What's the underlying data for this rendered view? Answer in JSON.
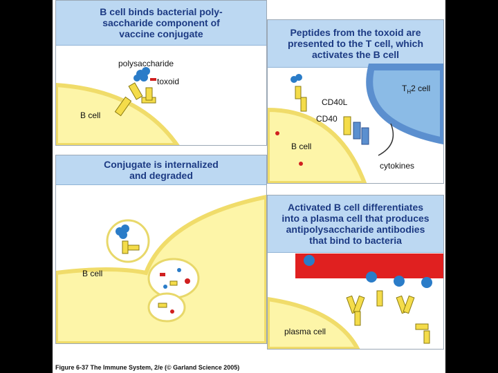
{
  "panels": {
    "p1": {
      "title": "B cell binds bacterial poly-\nsaccharide component of\nvaccine conjugate",
      "labels": {
        "polysaccharide": "polysaccharide",
        "toxoid": "toxoid",
        "bcell": "B cell"
      }
    },
    "p2": {
      "title": "Conjugate is internalized\nand degraded",
      "labels": {
        "bcell": "B cell"
      }
    },
    "p3": {
      "title": "Peptides from the toxoid are\npresented to the T cell, which\nactivates the B cell",
      "labels": {
        "th2_main": "T",
        "th2_sub": "H",
        "th2_rest": "2 cell",
        "cd40l": "CD40L",
        "cd40": "CD40",
        "bcell": "B cell",
        "cytokines": "cytokines"
      }
    },
    "p4": {
      "title": "Activated B cell differentiates\ninto a plasma cell that produces\nantipolysaccharide antibodies\nthat bind to bacteria",
      "labels": {
        "plasma": "plasma cell"
      }
    }
  },
  "caption": "Figure 6-37 The Immune System, 2/e (© Garland Science 2005)",
  "colors": {
    "header_bg": "#bcd8f2",
    "header_text": "#1c3a83",
    "cell_fill": "#fdf5a8",
    "cell_edge": "#f0dc6a",
    "tcell": "#5b8fcf",
    "bacteria": "#e02020",
    "poly": "#2a7cc8",
    "toxoid": "#f4dc4a"
  }
}
